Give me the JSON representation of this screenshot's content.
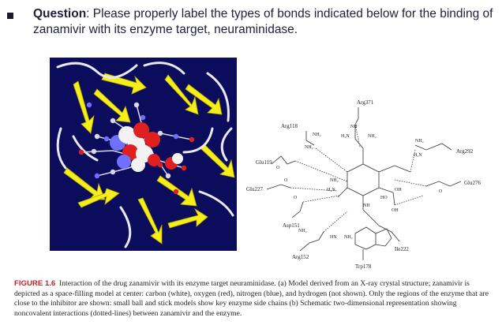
{
  "question": {
    "prefix": "Question",
    "text": ": Please properly label the types of bonds indicated below for the binding of zanamivir with its enzyme target, neuraminidase."
  },
  "scheme_labels": {
    "arg371": "Arg371",
    "arg118": "Arg118",
    "glu119": "Glu119",
    "glu227": "Glu227",
    "asp151": "Asp151",
    "arg152": "Arg152",
    "trp178": "Trp178",
    "ile222": "Ile222",
    "arg292": "Arg292",
    "glu276": "Glu276"
  },
  "caption": {
    "figure_label": "FIGURE 1.6",
    "text": "Interaction of the drug zanamivir with its enzyme target neuraminidase. (a) Model derived from an X-ray crystal structure; zanamivir is depicted as a space-filling model at center: carbon (white), oxygen (red), nitrogen (blue), and hydrogen (not shown). Only the regions of the enzyme that are close to the inhibitor are shown: small ball and stick models show key enzyme side chains (b) Schematic two-dimensional representation showing noncovalent interactions (dotted-lines) between zanamivir and the enzyme."
  },
  "colors": {
    "model_background": "#0c0c5c",
    "ribbon": "#f4ee1a",
    "coil": "#e8e8f0",
    "oxygen": "#e02020",
    "nitrogen": "#7070ff",
    "carbon": "#f2f2f2",
    "caption_label": "#b8272d"
  }
}
